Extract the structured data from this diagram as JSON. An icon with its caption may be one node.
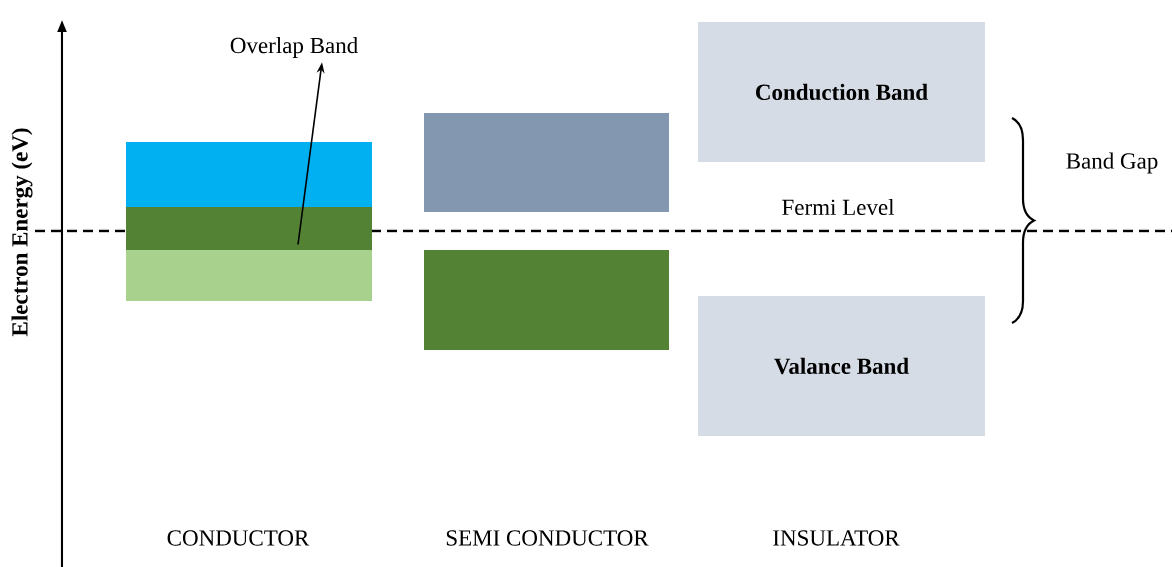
{
  "diagram": {
    "nodes": [
      {
        "text": [],
        "shape": "box"
      },
      {
        "text": [],
        "shape": "box"
      },
      {
        "text": [],
        "shape": "box"
      },
      {
        "text": [],
        "shape": "box"
      },
      {
        "text": [],
        "shape": "box"
      },
      {
        "text": [
          "Conduction Band"
        ]
      },
      {
        "text": [
          "Valance Band"
        ]
      },
      {
        "text": [
          "Overlap Band"
        ]
      }
    ],
    "edges": [
      {
        "from": 1,
        "to": 7,
        "arrow": "to"
      }
    ],
    "labels": [
      "Electron Energy (eV)",
      "Fermi Level",
      "Band Gap",
      "CONDUCTOR",
      "SEMI CONDUCTOR",
      "INSULATOR"
    ]
  }
}
